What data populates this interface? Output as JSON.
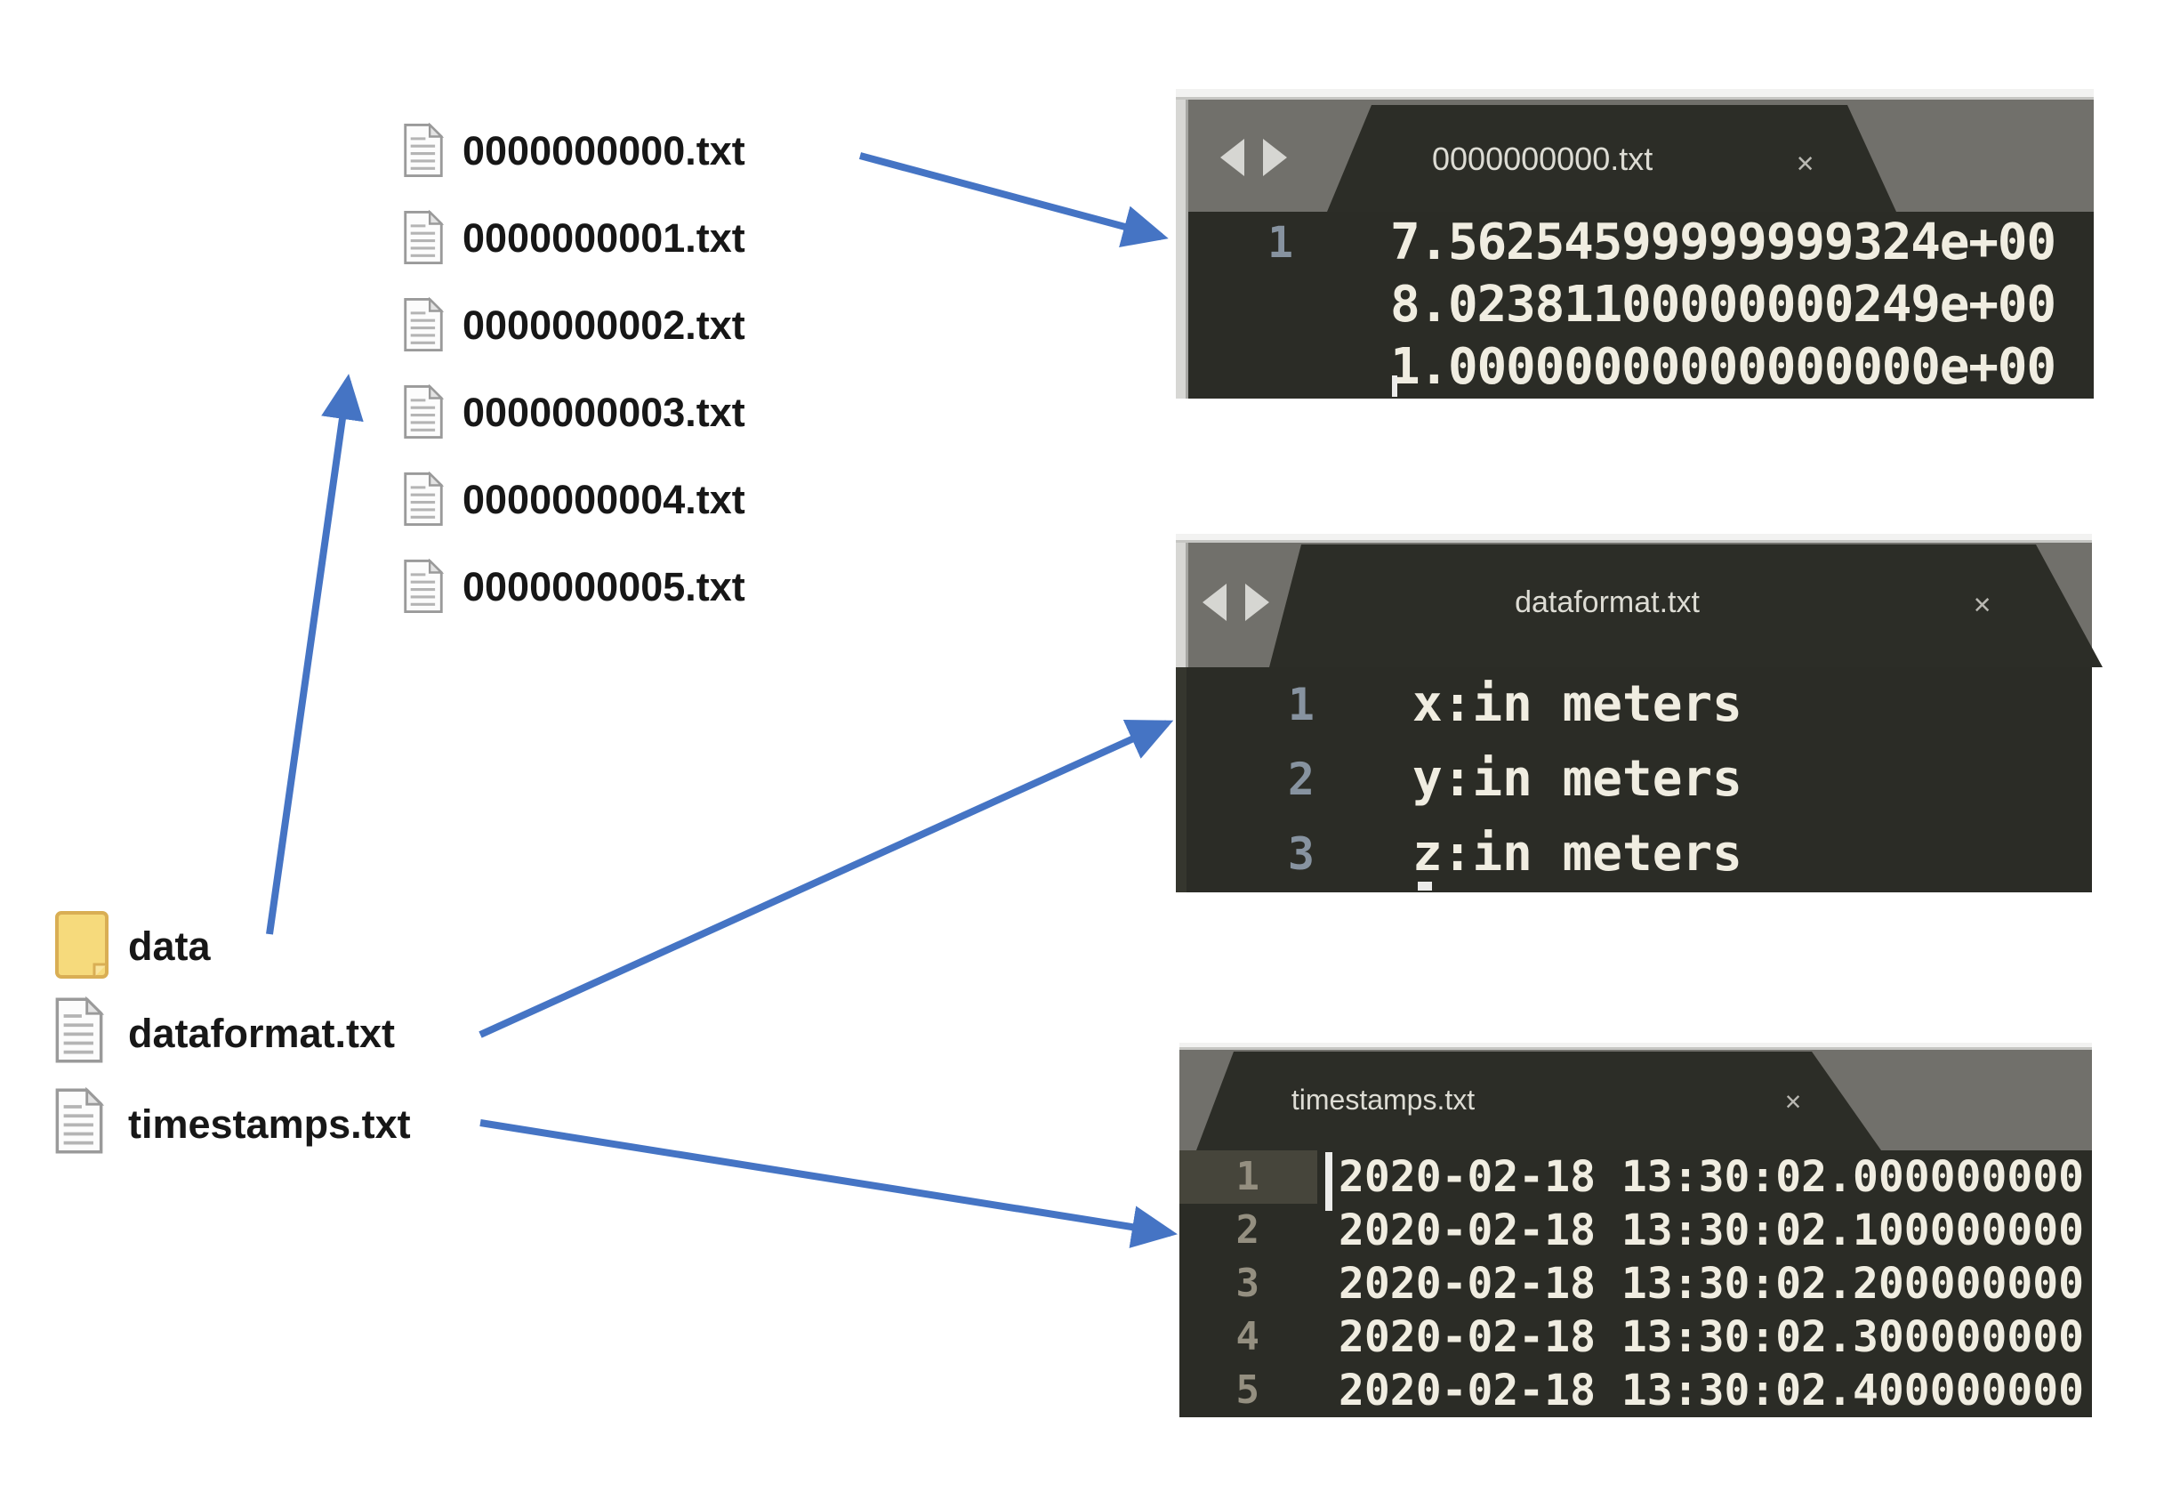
{
  "colors": {
    "arrow": "#4574c4",
    "editor_background": "#2b2c26",
    "tabbar_gray": "#71706b",
    "code_text": "#f0ede1",
    "folder_yellow": "#f6da7c",
    "active_line_highlight": "#46453b"
  },
  "file_list": {
    "items": [
      {
        "label": "0000000000.txt",
        "icon": "document-icon"
      },
      {
        "label": "0000000001.txt",
        "icon": "document-icon"
      },
      {
        "label": "0000000002.txt",
        "icon": "document-icon"
      },
      {
        "label": "0000000003.txt",
        "icon": "document-icon"
      },
      {
        "label": "0000000004.txt",
        "icon": "document-icon"
      },
      {
        "label": "0000000005.txt",
        "icon": "document-icon"
      }
    ]
  },
  "explorer": {
    "folder": {
      "label": "data",
      "icon": "folder-icon"
    },
    "files": [
      {
        "label": "dataformat.txt",
        "icon": "document-icon"
      },
      {
        "label": "timestamps.txt",
        "icon": "document-icon"
      }
    ]
  },
  "panels": [
    {
      "tab_label": "0000000000.txt",
      "close_label": "✕",
      "has_nav_arrows": true,
      "gutter": [
        "1",
        "",
        ""
      ],
      "lines": [
        "7.56254599999999324e+00",
        "8.02381100000000249e+00",
        "1.00000000000000000e+00"
      ]
    },
    {
      "tab_label": "dataformat.txt",
      "close_label": "✕",
      "has_nav_arrows": true,
      "gutter": [
        "1",
        "2",
        "3"
      ],
      "lines": [
        "x:in meters",
        "y:in meters",
        "z:in meters"
      ]
    },
    {
      "tab_label": "timestamps.txt",
      "close_label": "✕",
      "has_nav_arrows": false,
      "active_line": 1,
      "gutter": [
        "1",
        "2",
        "3",
        "4",
        "5"
      ],
      "lines": [
        "2020-02-18 13:30:02.000000000",
        "2020-02-18 13:30:02.100000000",
        "2020-02-18 13:30:02.200000000",
        "2020-02-18 13:30:02.300000000",
        "2020-02-18 13:30:02.400000000"
      ]
    }
  ]
}
